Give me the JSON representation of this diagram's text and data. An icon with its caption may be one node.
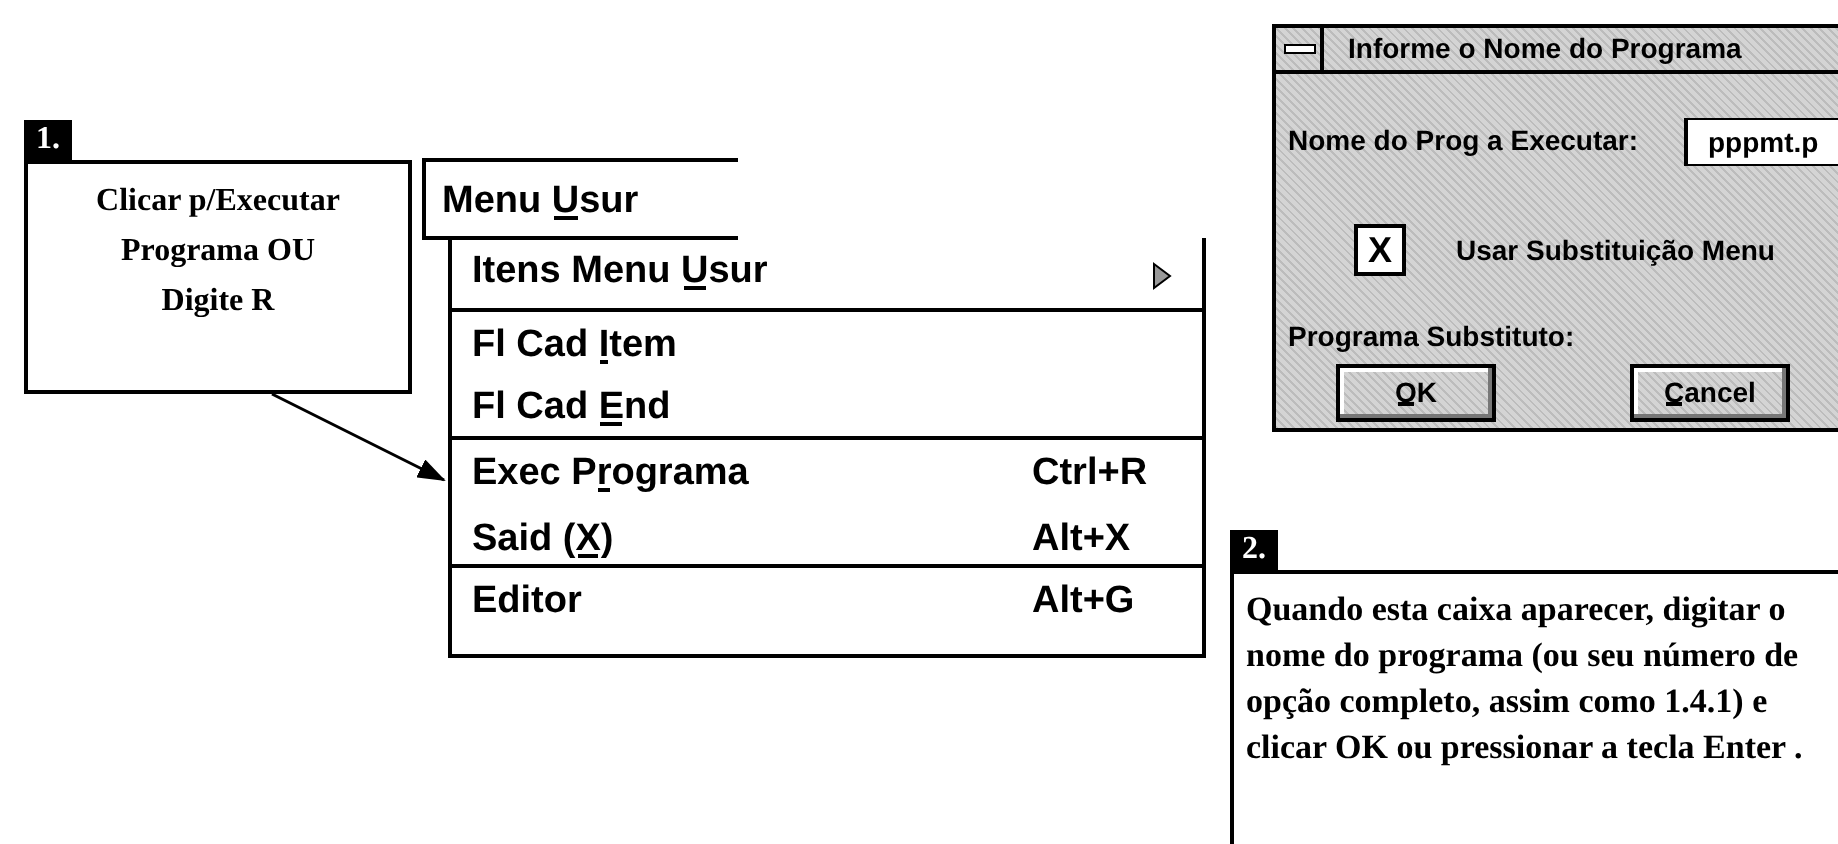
{
  "diagram": {
    "nodes": [
      {
        "text": [
          "1.",
          "Clicar p/Executar Programa OU Digite R"
        ]
      },
      {
        "text": [
          "Menu Usur"
        ]
      },
      {
        "text": [],
        "shape": "box"
      },
      {
        "text": [
          "Itens Menu Usur"
        ],
        "in": 2
      },
      {
        "text": [
          "Fl Cad Item"
        ],
        "in": 2
      },
      {
        "text": [
          "Fl Cad End"
        ],
        "in": 2
      },
      {
        "text": [
          "Exec Programa",
          "Ctrl+R"
        ],
        "in": 2
      },
      {
        "text": [
          "Said (X)",
          "Alt+X"
        ],
        "in": 2
      },
      {
        "text": [
          "Editor",
          "Alt+G"
        ],
        "in": 2
      },
      {
        "text": [
          "Informe o Nome do Programa"
        ]
      },
      {
        "text": [
          "pppmt.p"
        ],
        "in": 9
      },
      {
        "text": [
          "X"
        ],
        "in": 9
      },
      {
        "text": [
          "OK"
        ],
        "in": 9
      },
      {
        "text": [
          "Cancel"
        ],
        "in": 9
      },
      {
        "text": [
          "2.",
          "Quando esta caixa aparecer, digitar o nome do programa (ou seu número de opção completo, assim como 1.4.1) e clicar OK ou pressionar a tecla Enter ."
        ]
      }
    ],
    "edges": [
      {
        "from": 0,
        "to": 6,
        "arrow": "to"
      }
    ],
    "labels": [
      "Nome do Prog a Executar:",
      "Usar Substituição Menu",
      "Programa Substituto:"
    ]
  }
}
